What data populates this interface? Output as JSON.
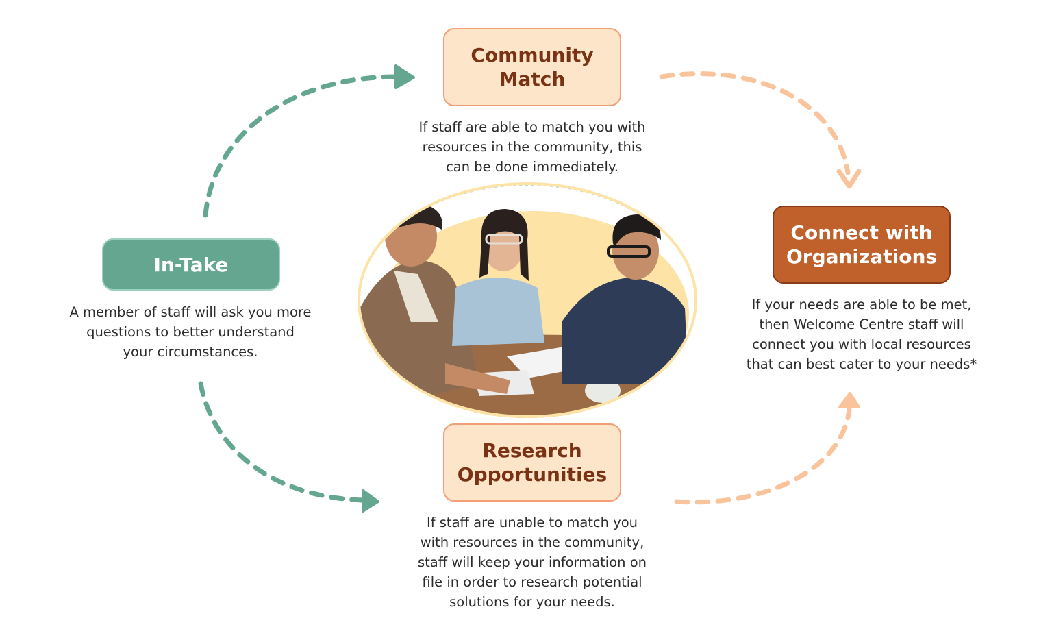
{
  "colors": {
    "green": "#64a690",
    "green_border": "#9cd1bd",
    "peach_fill": "#fce5c8",
    "peach_border": "#f29e79",
    "peach_arrow": "#f9c49c",
    "dark_brown_text": "#7a3214",
    "orange_fill": "#c0612c",
    "photo_backdrop": "#fde3a6"
  },
  "steps": {
    "intake": {
      "title": "In-Take",
      "description": [
        "A member of staff will ask you more",
        "questions to better understand",
        "your circumstances."
      ]
    },
    "community_match": {
      "title": [
        "Community",
        "Match"
      ],
      "description": [
        "If staff are able to match you with",
        "resources in the community, this",
        "can be done immediately."
      ]
    },
    "research": {
      "title": [
        "Research",
        "Opportunities"
      ],
      "description": [
        "If staff are unable to match you",
        "with resources in the community,",
        "staff will keep your information on",
        "file in order to research potential",
        "solutions for your needs."
      ]
    },
    "connect": {
      "title": [
        "Connect with",
        "Organizations"
      ],
      "description": [
        "If your needs are able to be met,",
        "then Welcome Centre staff will",
        "connect you with local resources",
        "that can best cater to your needs*"
      ]
    }
  },
  "photo": {
    "subject": "three-people-meeting-at-table"
  }
}
